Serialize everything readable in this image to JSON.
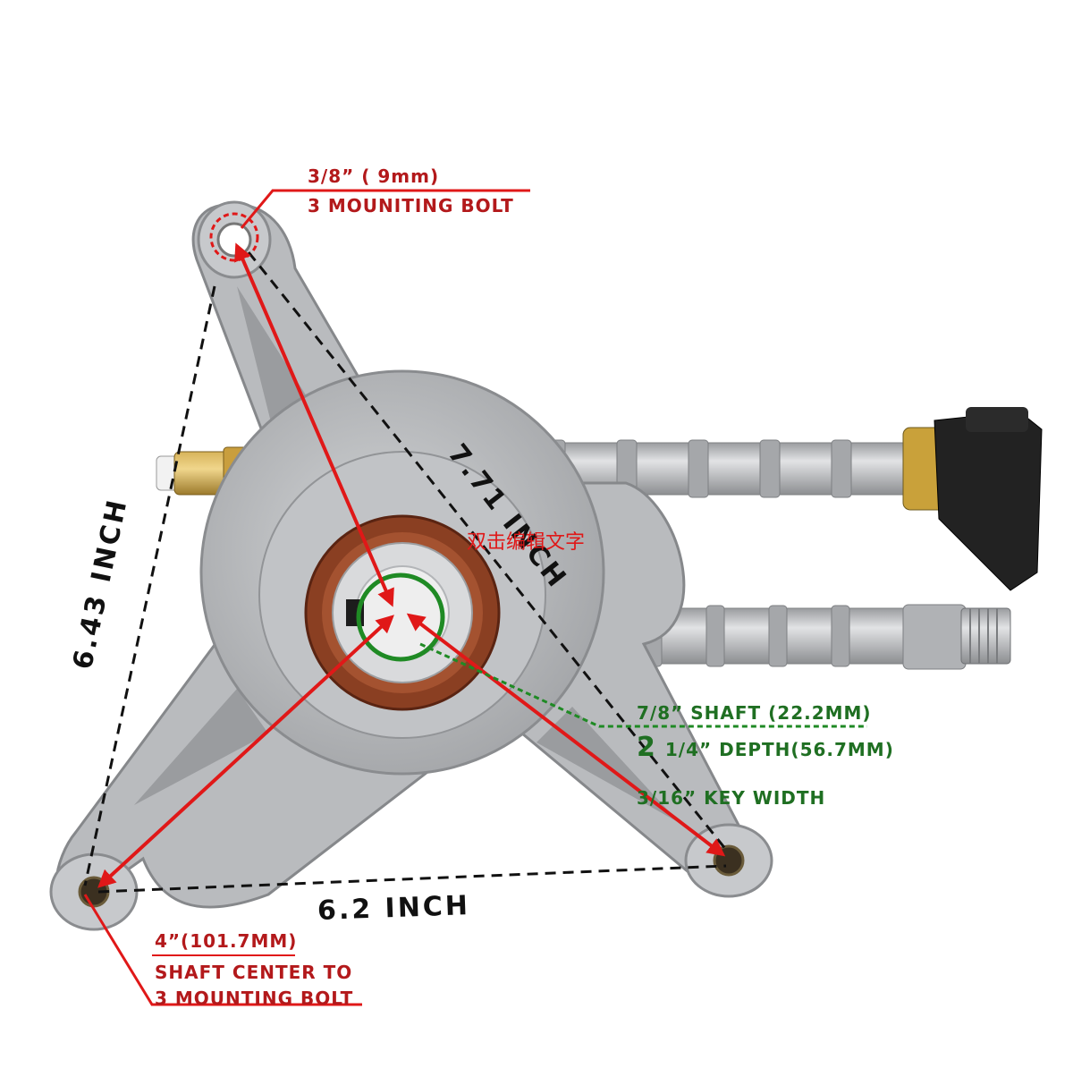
{
  "colors": {
    "red_annotation": "#e01818",
    "red_label": "#b3191b",
    "green_annotation": "#1f8a24",
    "green_label": "#1f6f22",
    "dimension_line": "#111111",
    "metal": "#b4b6b9",
    "seal": "#8a3f22"
  },
  "labels": {
    "bolt_size": "3/8” ( 9mm)",
    "bolt_count": "3 MOUNITING BOLT",
    "dim_left": "6.43 INCH",
    "dim_diagonal": "7.71 INCH",
    "dim_bottom": "6.2 INCH",
    "watermark": "双击编辑文字",
    "radius_value": "4”(101.7MM)",
    "radius_desc_1": "SHAFT CENTER TO",
    "radius_desc_2": "3 MOUNTING BOLT",
    "shaft_diameter": "7/8” SHAFT (22.2MM)",
    "shaft_depth_big": "2",
    "shaft_depth_rest": "1/4” DEPTH(56.7MM)",
    "key_width": "3/16” KEY WIDTH"
  }
}
